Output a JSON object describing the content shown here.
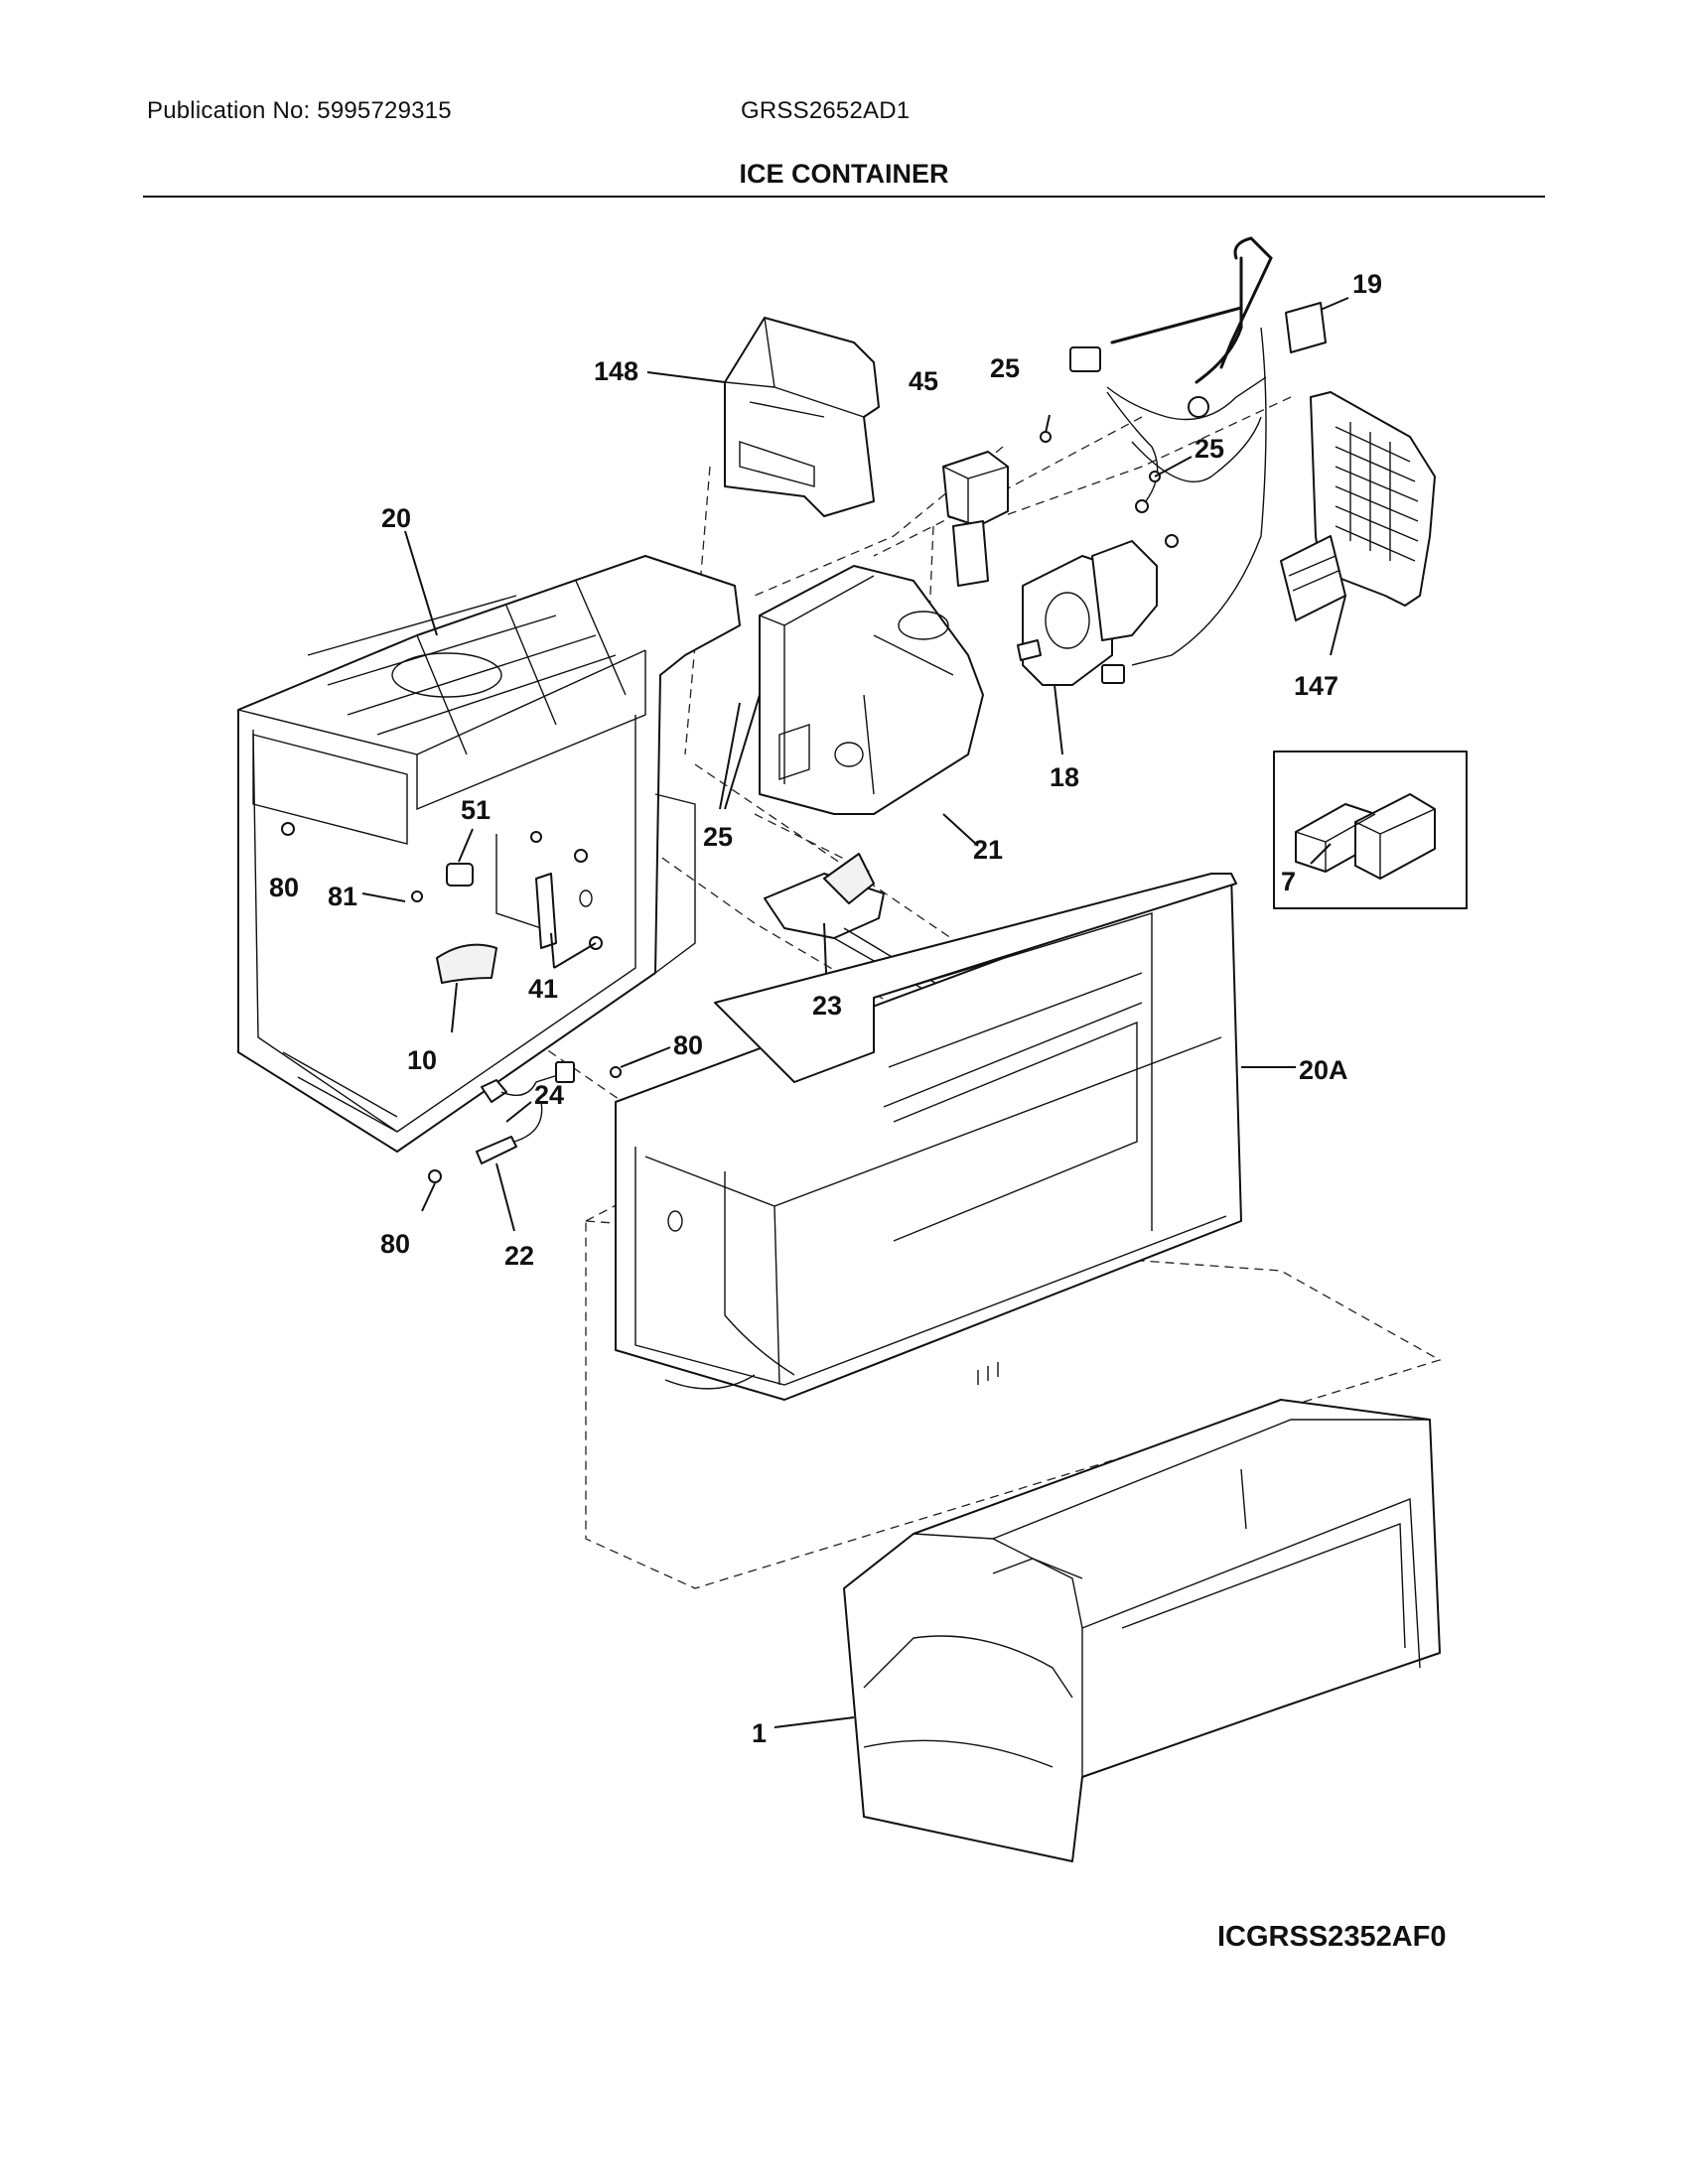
{
  "header": {
    "publication": "Publication No: 5995729315",
    "model": "GRSS2652AD1"
  },
  "title": "ICE CONTAINER",
  "callouts": [
    "148",
    "45",
    "25",
    "19",
    "25",
    "20",
    "147",
    "18",
    "7",
    "51",
    "25",
    "21",
    "80",
    "81",
    "41",
    "23",
    "10",
    "80",
    "20A",
    "24",
    "80",
    "22",
    "1"
  ],
  "diagram_ref": "ICGRSS2352AF0"
}
